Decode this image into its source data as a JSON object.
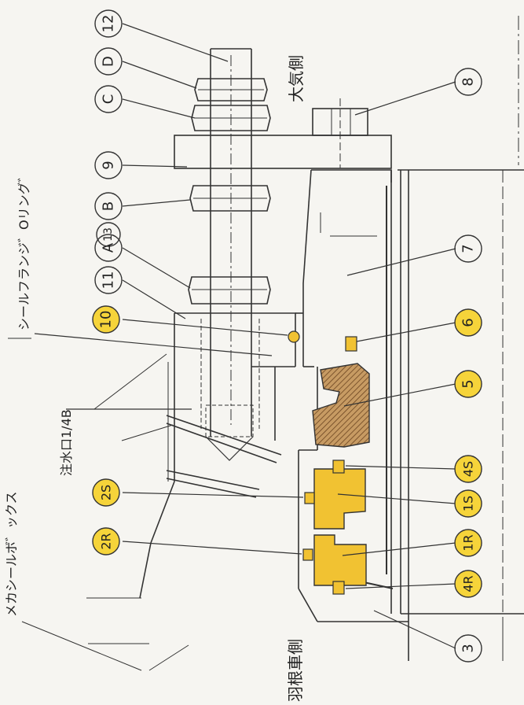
{
  "diagram": {
    "labels": {
      "atmosphere_side": "大気側",
      "impeller_side": "羽根車側",
      "seal_flange_oring": "シールフランジ゛Oリング゛",
      "water_inlet": "注水口1/4B",
      "mech_seal_box": "メカシールボ゛ックス"
    },
    "callouts": {
      "c12": "12",
      "cD": "D",
      "cC": "C",
      "c8": "8",
      "c9": "9",
      "cB": "B",
      "c13": "13",
      "cA": "A",
      "c11": "11",
      "c10": "10",
      "c7": "7",
      "c6": "6",
      "c5": "5",
      "c2S": "2S",
      "c4S": "4S",
      "c1S": "1S",
      "c2R": "2R",
      "c1R": "1R",
      "c4R": "4R",
      "c3": "3"
    },
    "colors": {
      "highlight": "#f6d43a",
      "part_fill": "#f1c232",
      "hatch": "#8a5a2b",
      "line": "#333333"
    }
  }
}
